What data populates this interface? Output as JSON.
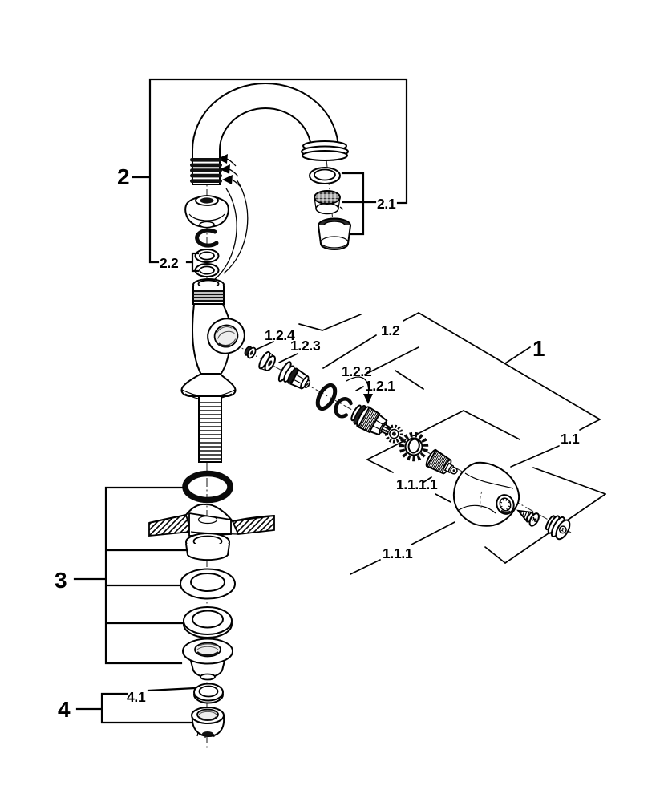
{
  "diagram": {
    "title_hint": "faucet-exploded-parts-diagram",
    "background": "#ffffff",
    "line_color": "#000000",
    "labels": {
      "group1": "1",
      "group1_1": "1.1",
      "group1_1_1": "1.1.1",
      "group1_1_1_1": "1.1.1.1",
      "group1_2": "1.2",
      "group1_2_1": "1.2.1",
      "group1_2_2": "1.2.2",
      "group1_2_3": "1.2.3",
      "group1_2_4": "1.2.4",
      "group2": "2",
      "group2_1": "2.1",
      "group2_2": "2.2",
      "group3": "3",
      "group4": "4",
      "group4_1": "4.1"
    },
    "parts": [
      "spout",
      "aerator-washer",
      "aerator-screen",
      "aerator-housing",
      "spout-collar-nut",
      "snap-ring",
      "spout-washer-upper",
      "spout-washer-lower",
      "faucet-body",
      "threaded-stud",
      "o-ring",
      "sink-deck",
      "mounting-ring",
      "washer-large",
      "washer-medium",
      "mounting-nut",
      "washer-small",
      "lock-nut",
      "screw-nut",
      "seal-grommet",
      "gland-bushing",
      "o-ring-small",
      "c-clip",
      "valve-cartridge",
      "star-washer",
      "handle-adapter",
      "handle-knob",
      "handle-screw",
      "handle-cap"
    ]
  }
}
